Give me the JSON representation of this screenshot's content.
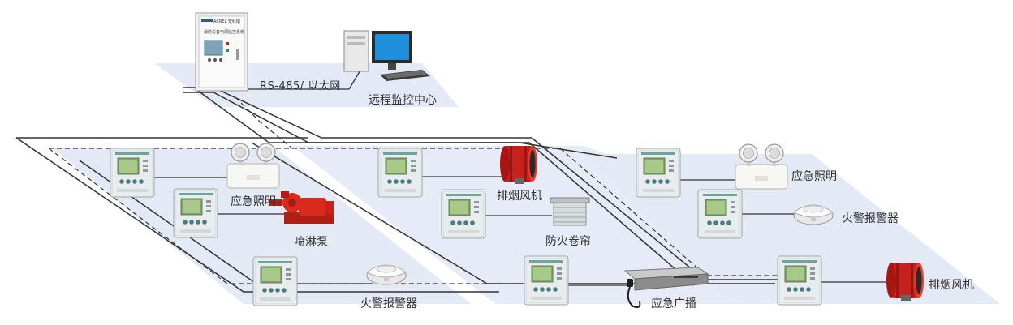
{
  "labels": {
    "rs485": "RS-485/ 以太网",
    "remote_center": "远程监控中心",
    "emergency_light_1": "应急照明",
    "sprinkler_pump": "喷淋泵",
    "fire_alarm_1": "火警报警器",
    "smoke_fan_1": "排烟风机",
    "fire_shutter": "防火卷帘",
    "emergency_broadcast": "应急广播",
    "emergency_light_2": "应急照明",
    "fire_alarm_2": "火警报警器",
    "smoke_fan_2": "排烟风机"
  },
  "controller": {
    "brand": "ACREL 安科瑞",
    "title": "消防设备电源监控系统"
  },
  "colors": {
    "floor": "#e4e9f6",
    "wire": "#333333",
    "pump_red": "#d92a1c",
    "fan_red": "#c8201c"
  }
}
